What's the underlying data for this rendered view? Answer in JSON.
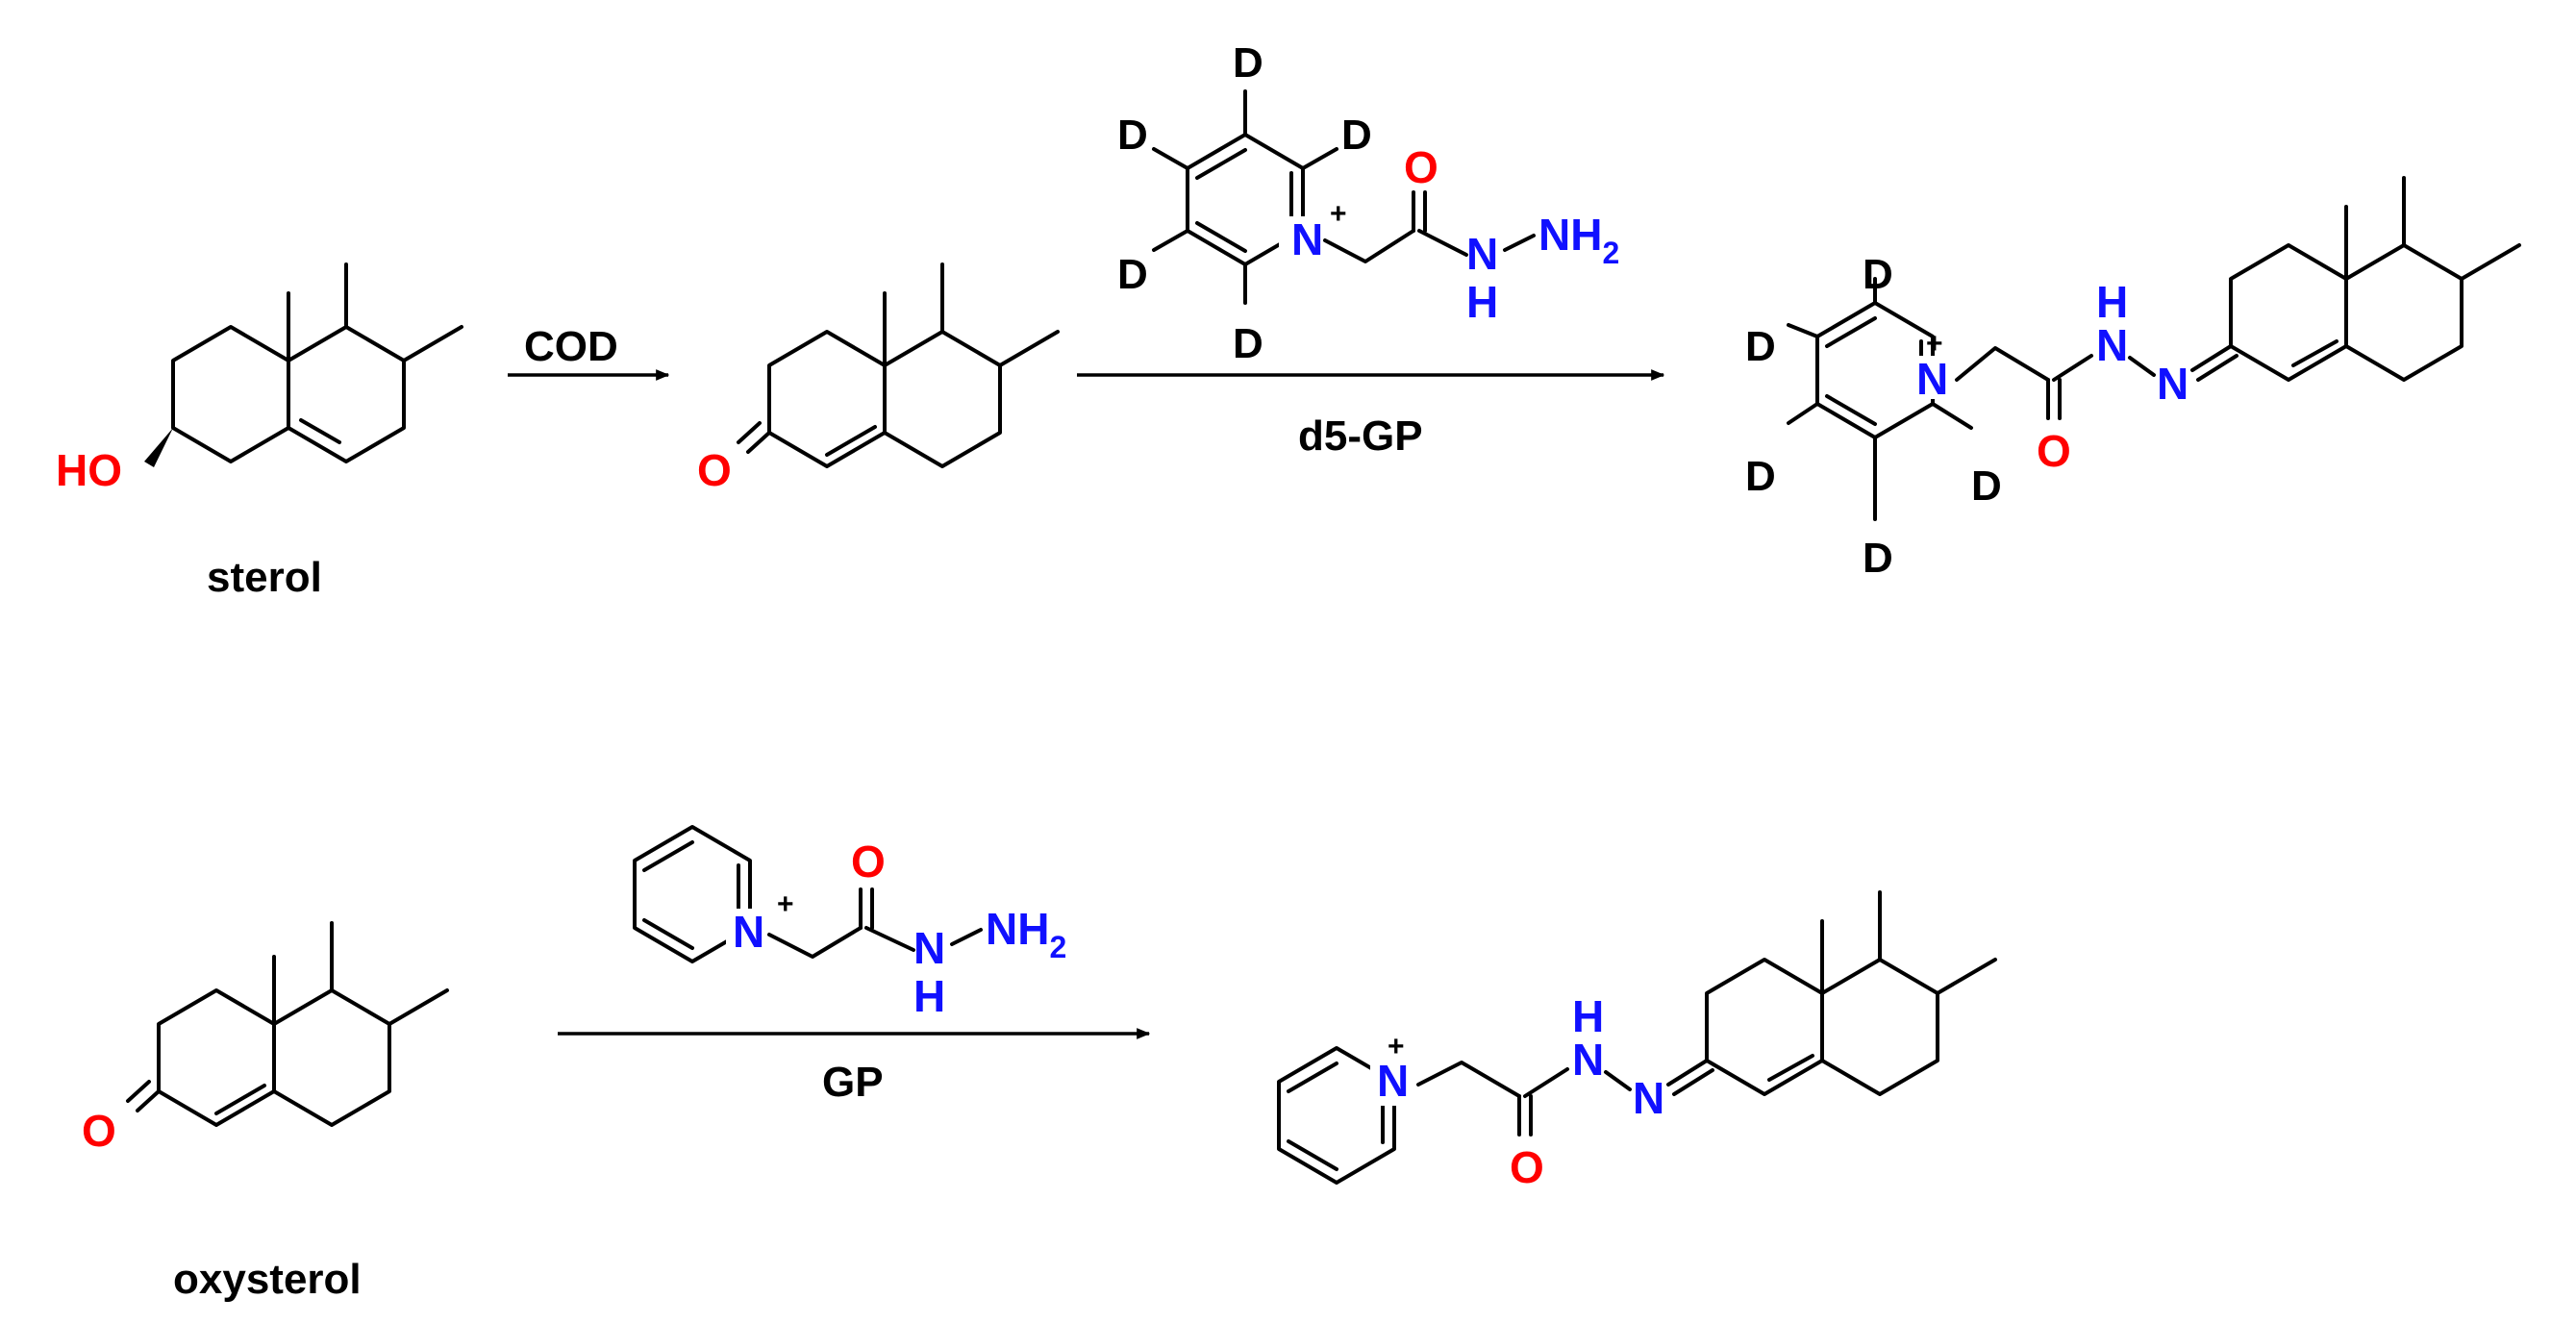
{
  "labels": {
    "sterol": "sterol",
    "oxysterol": "oxysterol",
    "cod": "COD",
    "d5gp": "d5-GP",
    "gp": "GP"
  },
  "atoms": {
    "ho": "HO",
    "o": "O",
    "n": "N",
    "nplus": "N",
    "h": "H",
    "nh": "NH",
    "sub2": "2",
    "plus": "+",
    "d": "D"
  },
  "colors": {
    "oxygen": "#ff0000",
    "nitrogen": "#1010ff",
    "bonds": "#000000"
  }
}
